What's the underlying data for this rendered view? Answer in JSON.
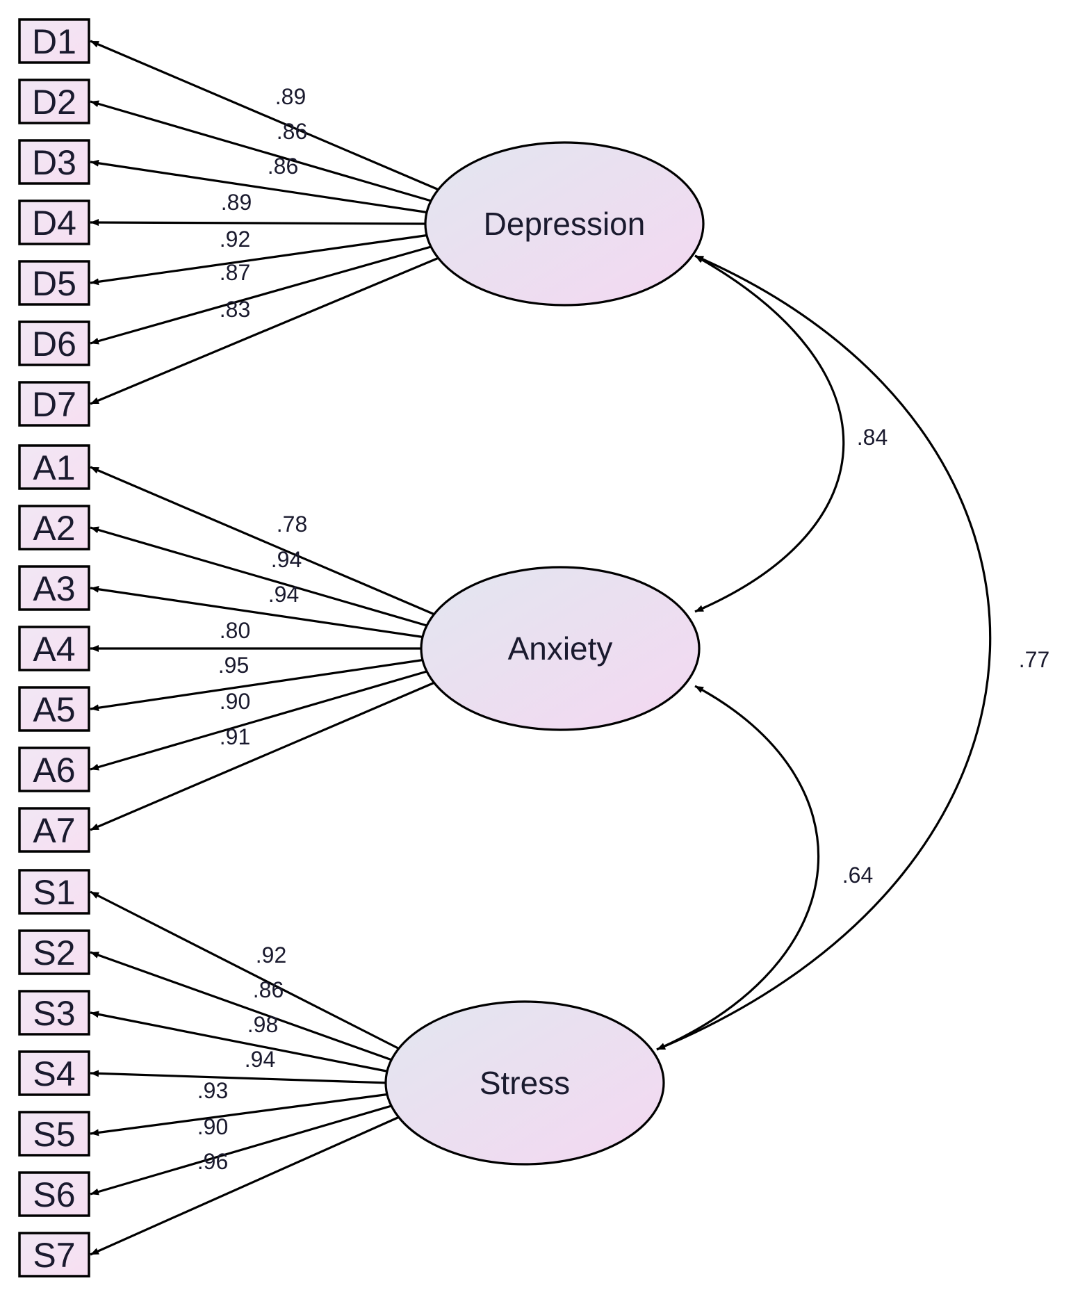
{
  "factors": [
    {
      "name": "Depression",
      "indicators": [
        {
          "name": "D1",
          "loading": ".89"
        },
        {
          "name": "D2",
          "loading": ".86"
        },
        {
          "name": "D3",
          "loading": ".86"
        },
        {
          "name": "D4",
          "loading": ".89"
        },
        {
          "name": "D5",
          "loading": ".92"
        },
        {
          "name": "D6",
          "loading": ".87"
        },
        {
          "name": "D7",
          "loading": ".83"
        }
      ]
    },
    {
      "name": "Anxiety",
      "indicators": [
        {
          "name": "A1",
          "loading": ".78"
        },
        {
          "name": "A2",
          "loading": ".94"
        },
        {
          "name": "A3",
          "loading": ".94"
        },
        {
          "name": "A4",
          "loading": ".80"
        },
        {
          "name": "A5",
          "loading": ".95"
        },
        {
          "name": "A6",
          "loading": ".90"
        },
        {
          "name": "A7",
          "loading": ".91"
        }
      ]
    },
    {
      "name": "Stress",
      "indicators": [
        {
          "name": "S1",
          "loading": ".92"
        },
        {
          "name": "S2",
          "loading": ".86"
        },
        {
          "name": "S3",
          "loading": ".98"
        },
        {
          "name": "S4",
          "loading": ".94"
        },
        {
          "name": "S5",
          "loading": ".93"
        },
        {
          "name": "S6",
          "loading": ".90"
        },
        {
          "name": "S7",
          "loading": ".96"
        }
      ]
    }
  ],
  "correlations": [
    {
      "between": [
        "Depression",
        "Anxiety"
      ],
      "value": ".84"
    },
    {
      "between": [
        "Anxiety",
        "Stress"
      ],
      "value": ".64"
    },
    {
      "between": [
        "Depression",
        "Stress"
      ],
      "value": ".77"
    }
  ],
  "colors": {
    "box_fill_left": "#f1e7f4",
    "box_fill_right": "#f7dff2",
    "factor_fill_left": "#e2e6f0",
    "factor_fill_right": "#f4d8f1",
    "line": "#000000"
  }
}
